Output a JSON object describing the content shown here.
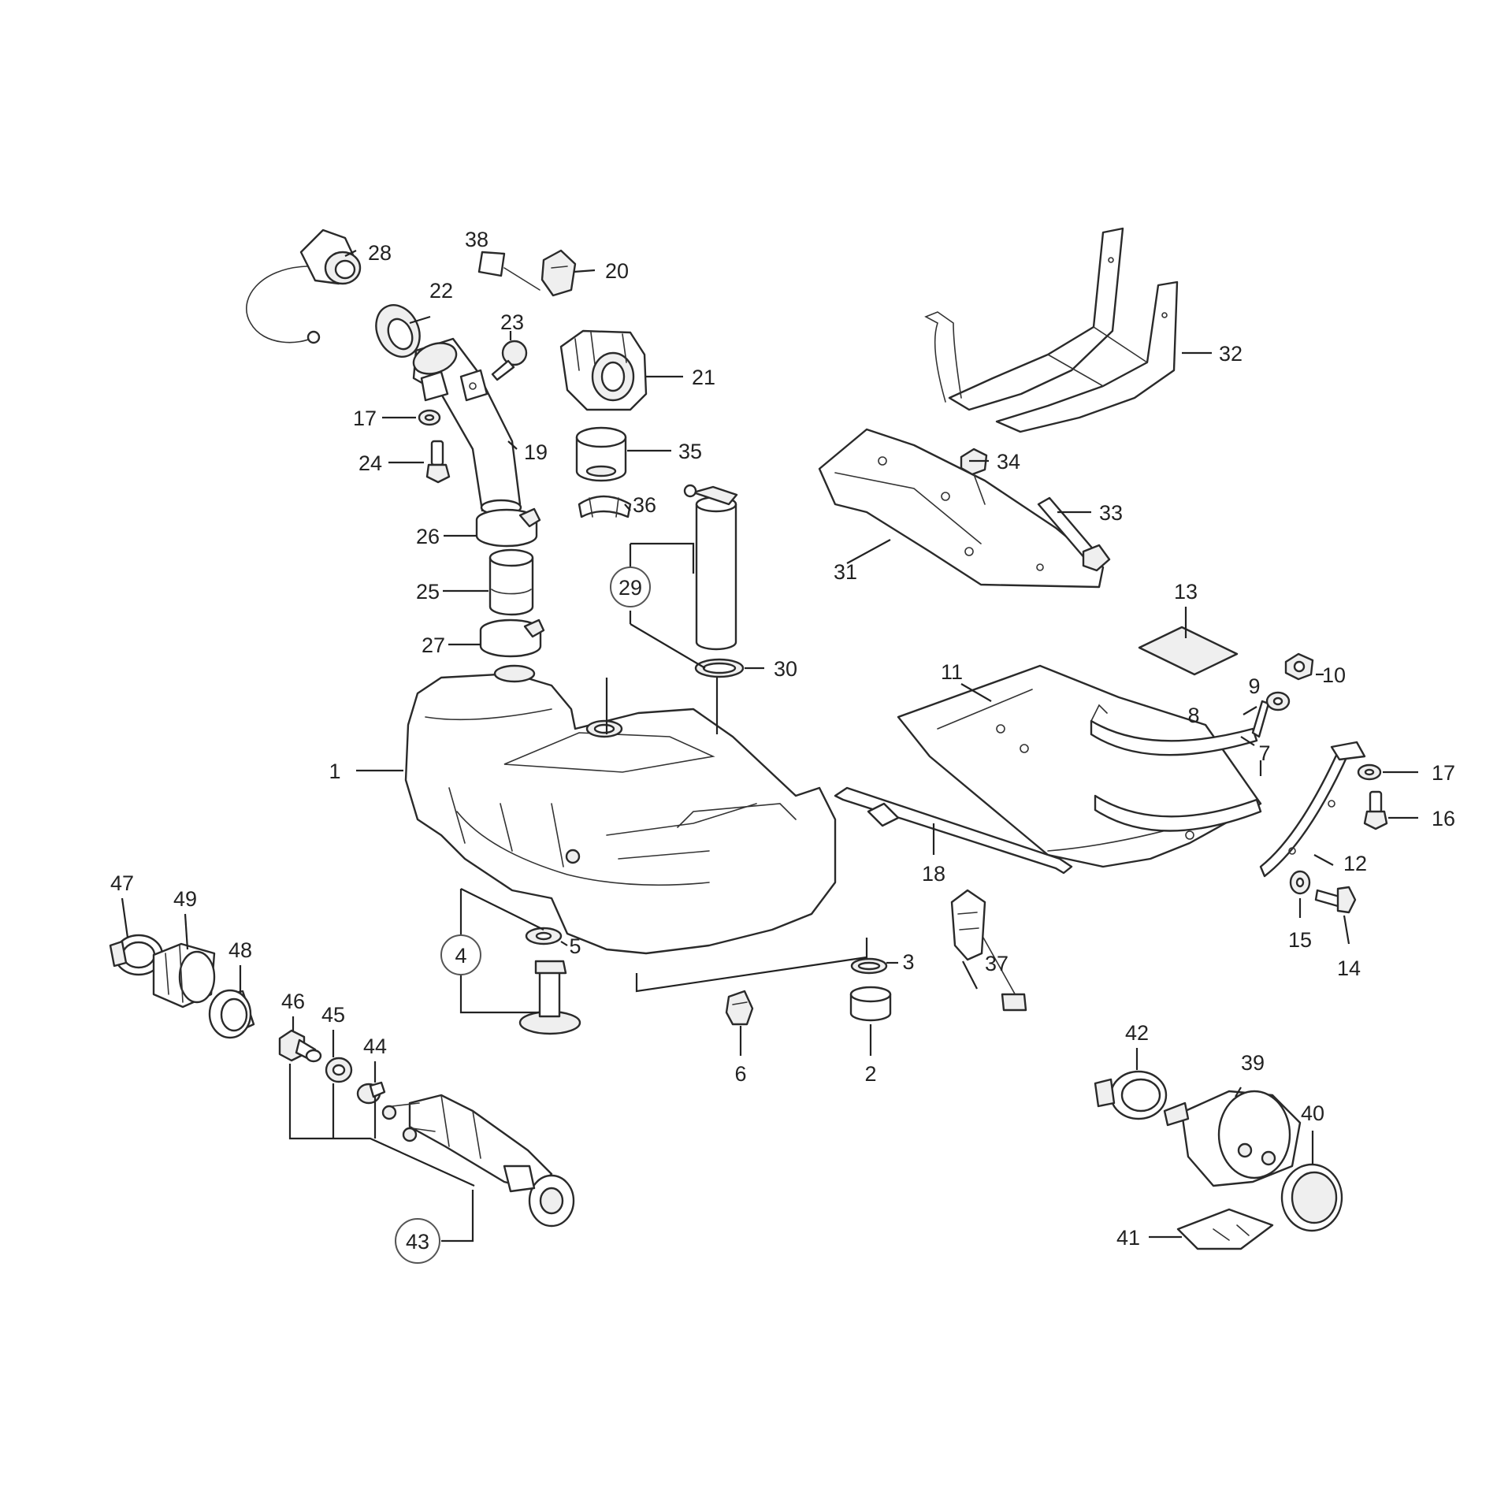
{
  "callouts": {
    "n1": "1",
    "n2": "2",
    "n3": "3",
    "n4": "4",
    "n5": "5",
    "n6": "6",
    "n7": "7",
    "n8": "8",
    "n9": "9",
    "n10": "10",
    "n11": "11",
    "n12": "12",
    "n13": "13",
    "n14": "14",
    "n15": "15",
    "n16": "16",
    "n17a": "17",
    "n17b": "17",
    "n18": "18",
    "n19": "19",
    "n20": "20",
    "n21": "21",
    "n22": "22",
    "n23": "23",
    "n24": "24",
    "n25": "25",
    "n26": "26",
    "n27": "27",
    "n28": "28",
    "n29": "29",
    "n30": "30",
    "n31": "31",
    "n32": "32",
    "n33": "33",
    "n34": "34",
    "n35": "35",
    "n36": "36",
    "n37": "37",
    "n38": "38",
    "n39": "39",
    "n40": "40",
    "n41": "41",
    "n42": "42",
    "n43": "43",
    "n44": "44",
    "n45": "45",
    "n46": "46",
    "n47": "47",
    "n48": "48",
    "n49": "49"
  }
}
